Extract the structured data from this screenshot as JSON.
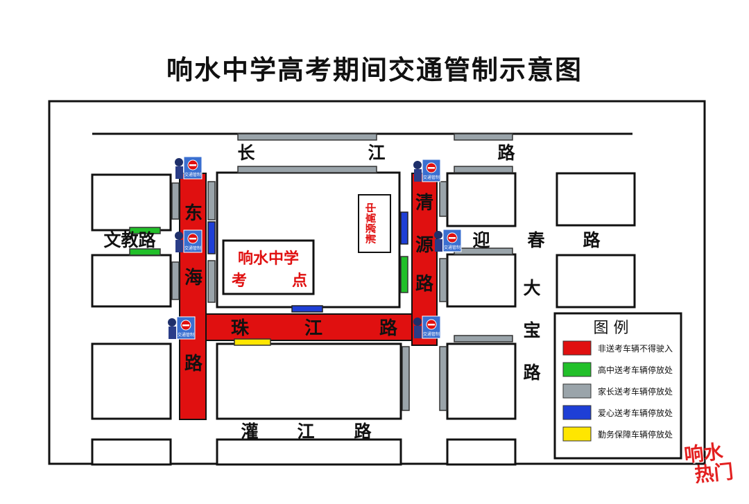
{
  "title": "响水中学高考期间交通管制示意图",
  "streets": {
    "changjiang": [
      "长",
      "江",
      "路"
    ],
    "wenjiao": "文教路",
    "yingchun": [
      "迎",
      "春",
      "路"
    ],
    "dabao": [
      "大",
      "宝",
      "路"
    ],
    "guanjiang": [
      "灌",
      "江",
      "路"
    ],
    "zhujiang": [
      "珠",
      "江",
      "路"
    ],
    "donghai": [
      "东",
      "海",
      "路"
    ],
    "qingyuan": [
      "清",
      "源",
      "路"
    ]
  },
  "schools": {
    "xiangshui_line1": "响水中学",
    "xiangshui_line2_a": "考",
    "xiangshui_line2_b": "点",
    "qingyuan_high": "清源高中"
  },
  "police_sign_text": "交通管制",
  "legend": {
    "title": "图  例",
    "items": [
      {
        "color": "#e01010",
        "label": "非送考车辆不得驶入"
      },
      {
        "color": "#22c02a",
        "label": "高中送考车辆停放处"
      },
      {
        "color": "#9aa4aa",
        "label": "家长送考车辆停放处"
      },
      {
        "color": "#1e3fd6",
        "label": "爱心送考车辆停放处"
      },
      {
        "color": "#ffe600",
        "label": "勤务保障车辆停放处"
      }
    ]
  },
  "brand": {
    "line1": "响水",
    "line2": "热门"
  },
  "colors": {
    "red": "#e01010",
    "green": "#22c02a",
    "gray": "#9aa4aa",
    "blue": "#1e3fd6",
    "yellow": "#ffe600"
  }
}
